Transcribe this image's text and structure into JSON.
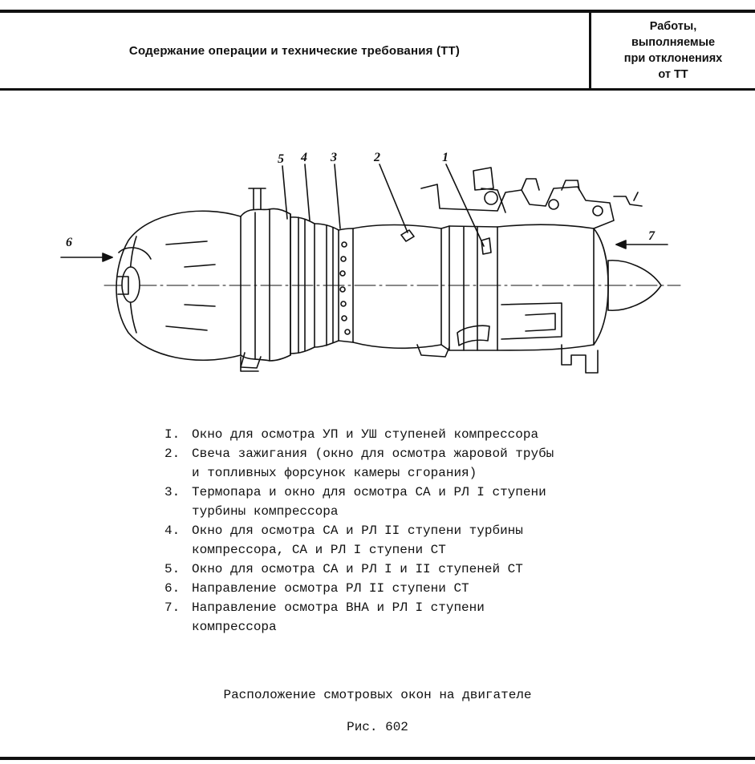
{
  "header": {
    "left_title": "Содержание операции и технические требования (ТТ)",
    "right_title_lines": [
      "Работы,",
      "выполняемые",
      "при отклонениях",
      "от ТТ"
    ]
  },
  "drawing": {
    "callouts": [
      "1",
      "2",
      "3",
      "4",
      "5",
      "6",
      "7"
    ]
  },
  "legend": [
    {
      "num": "I.",
      "lines": [
        "Окно для осмотра УП и УШ ступеней компрессора"
      ]
    },
    {
      "num": "2.",
      "lines": [
        "Свеча зажигания (окно для осмотра жаровой трубы",
        "и топливных форсунок камеры сгорания)"
      ]
    },
    {
      "num": "3.",
      "lines": [
        "Термопара и окно для осмотра СА и РЛ I ступени",
        "турбины компрессора"
      ]
    },
    {
      "num": "4.",
      "lines": [
        "Окно для осмотра СА и РЛ II ступени турбины",
        "компрессора, СА и РЛ I ступени СТ"
      ]
    },
    {
      "num": "5.",
      "lines": [
        "Окно для осмотра СА и РЛ I и II ступеней СТ"
      ]
    },
    {
      "num": "6.",
      "lines": [
        "Направление осмотра РЛ II ступени СТ"
      ]
    },
    {
      "num": "7.",
      "lines": [
        "Направление осмотра ВНА и РЛ I ступени",
        "компрессора"
      ]
    }
  ],
  "caption": "Расположение смотровых окон на двигателе",
  "figure_number": "Рис. 602"
}
